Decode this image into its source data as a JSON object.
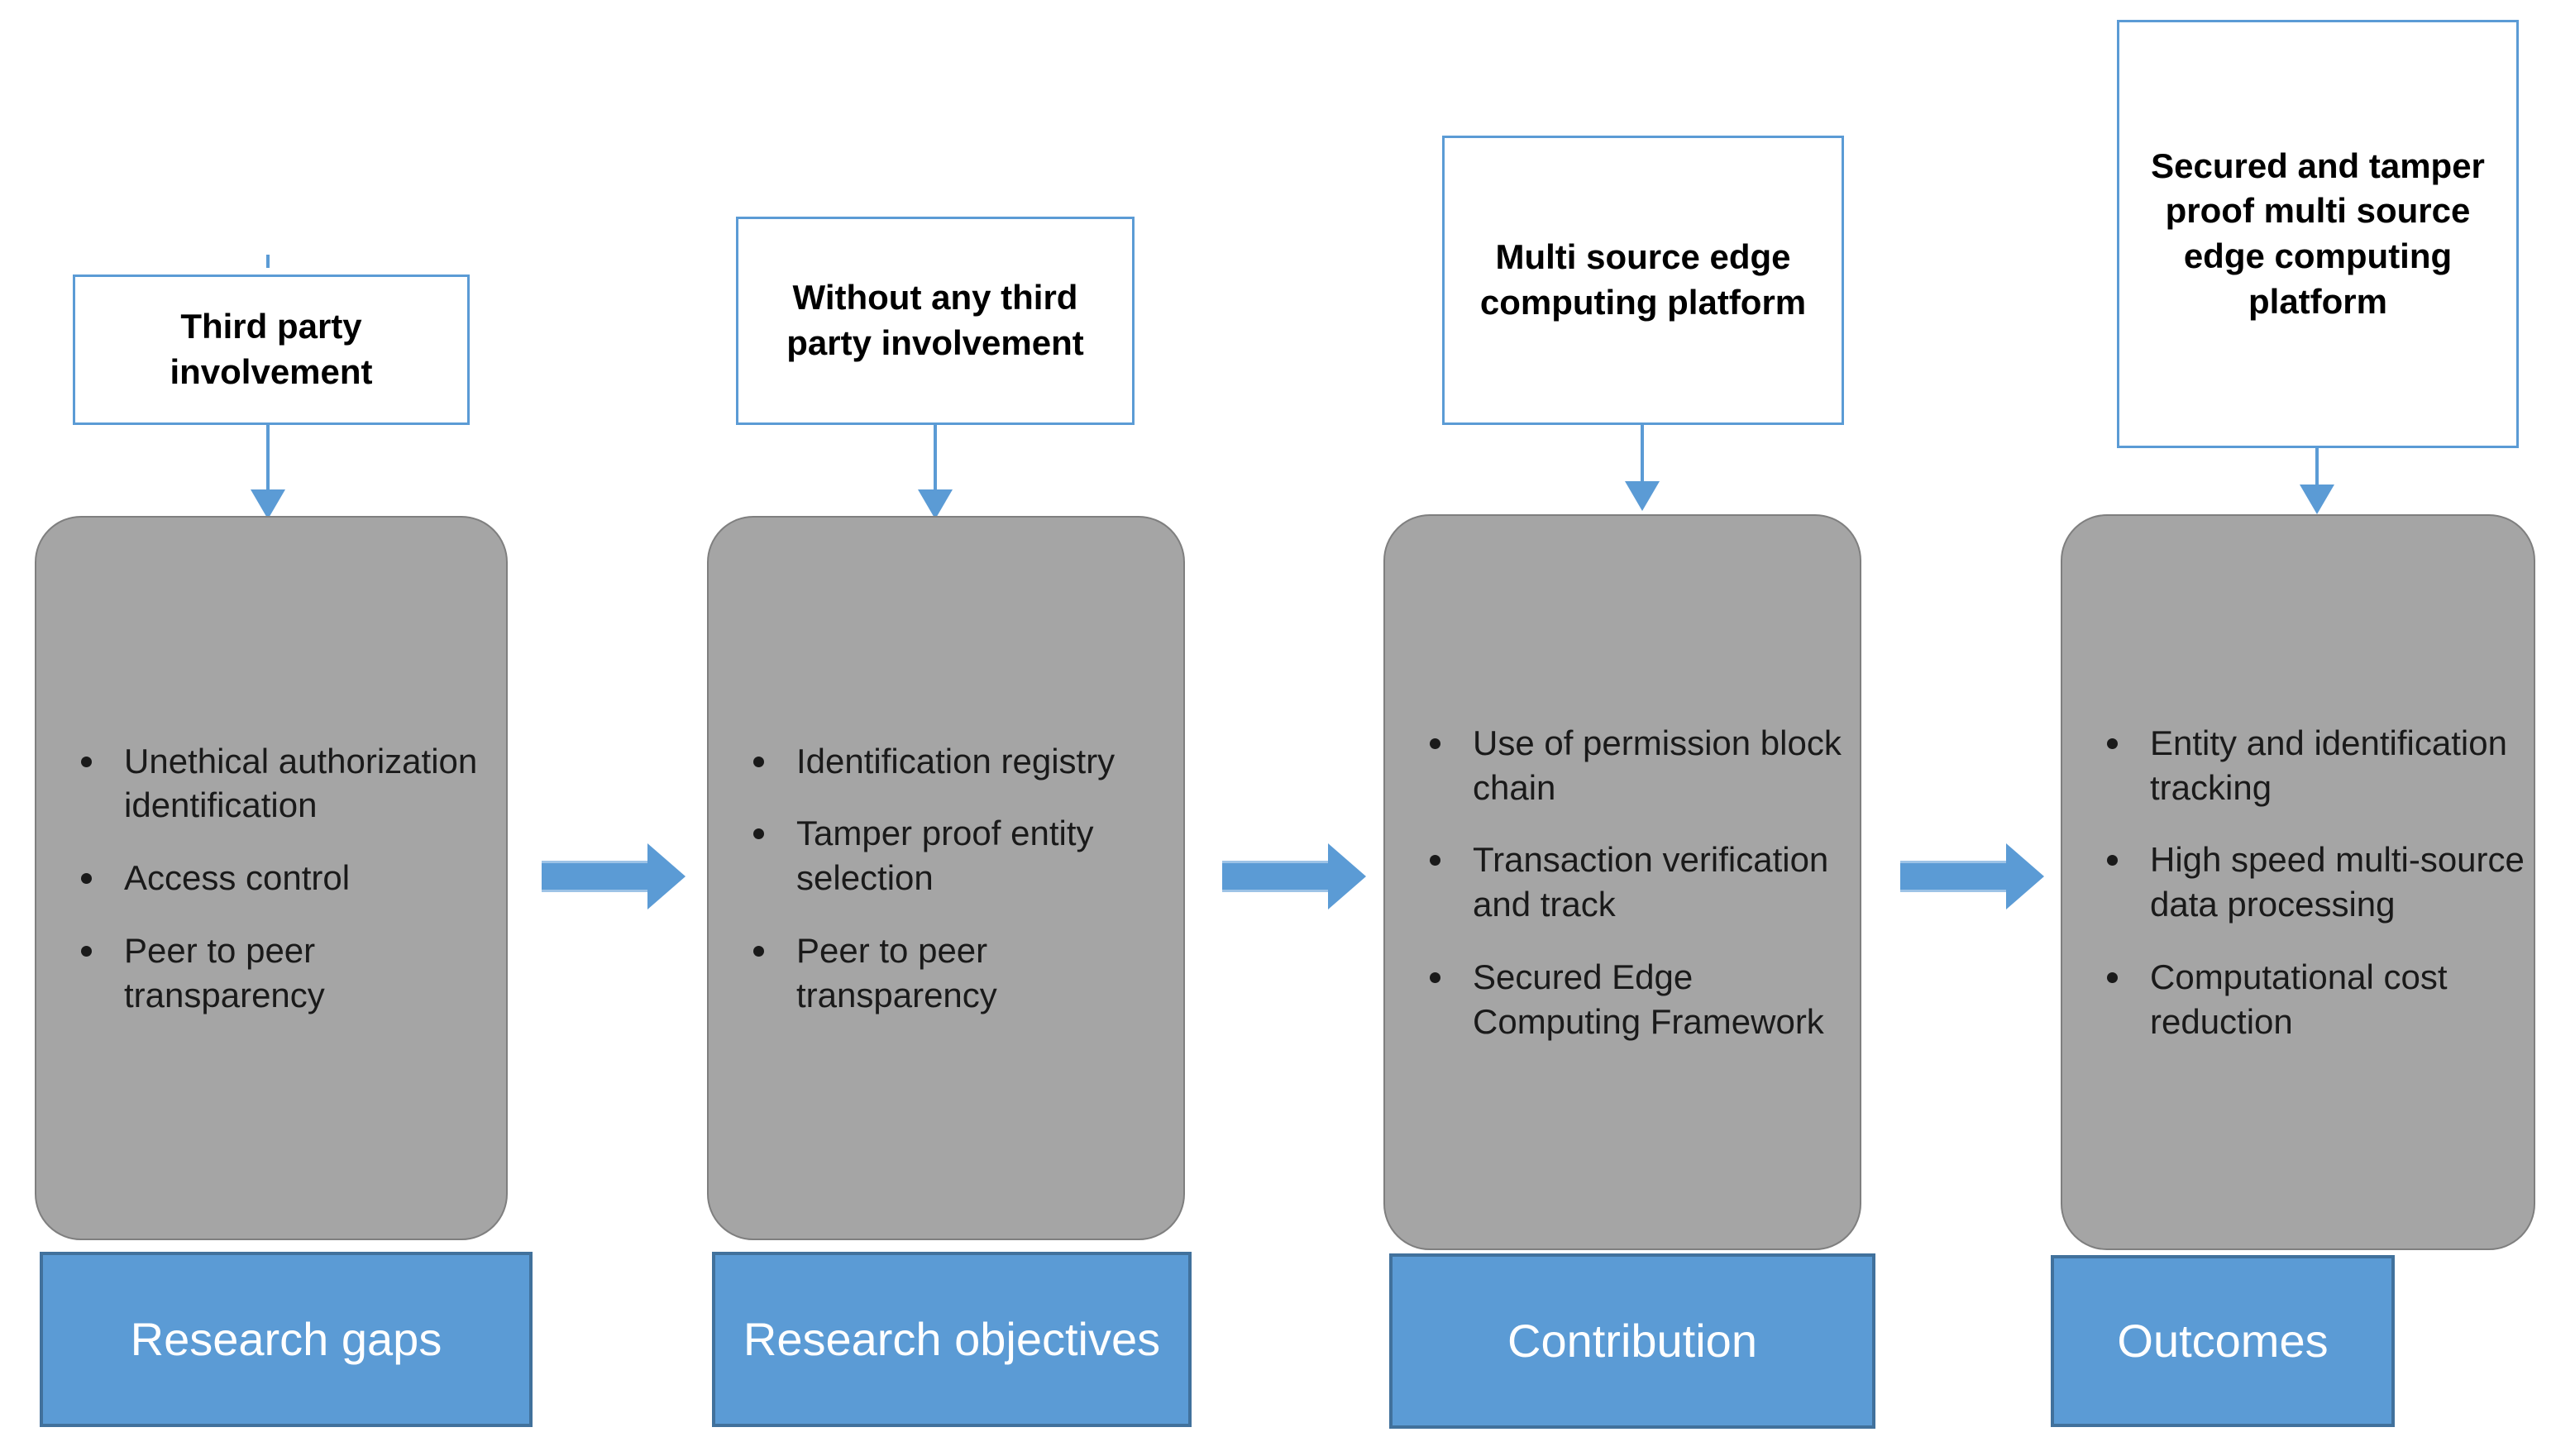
{
  "diagram": {
    "title": "Research gaps, objectives, contribution and outcomes flow",
    "colors": {
      "accent_blue": "#5B9BD5",
      "accent_blue_dark": "#41719C",
      "panel_gray": "#A5A5A5",
      "panel_gray_border": "#7F7F7F",
      "text_dark": "#1A1A1A",
      "text_light": "#FFFFFF",
      "background": "#FFFFFF"
    },
    "columns": [
      {
        "id": "research-gaps",
        "header": "Third party involvement",
        "bullets": [
          "Unethical authorization identification",
          "Access control",
          "Peer to peer transparency"
        ],
        "footer": "Research gaps"
      },
      {
        "id": "research-objectives",
        "header": "Without any third party involvement",
        "bullets": [
          "Identification registry",
          "Tamper proof entity selection",
          "Peer to peer transparency"
        ],
        "footer": "Research objectives"
      },
      {
        "id": "contribution",
        "header": "Multi source edge computing platform",
        "bullets": [
          "Use of permission block chain",
          "Transaction verification and track",
          "Secured Edge Computing Framework"
        ],
        "footer": "Contribution"
      },
      {
        "id": "outcomes",
        "header": "Secured and tamper proof multi source edge computing platform",
        "bullets": [
          "Entity and identification tracking",
          "High speed multi-source data processing",
          "Computational cost reduction"
        ],
        "footer": "Outcomes"
      }
    ],
    "connectors": {
      "vertical_arrow_label": "down-arrow",
      "horizontal_arrow_label": "right-block-arrow",
      "count_vertical": 4,
      "count_horizontal": 3
    }
  }
}
